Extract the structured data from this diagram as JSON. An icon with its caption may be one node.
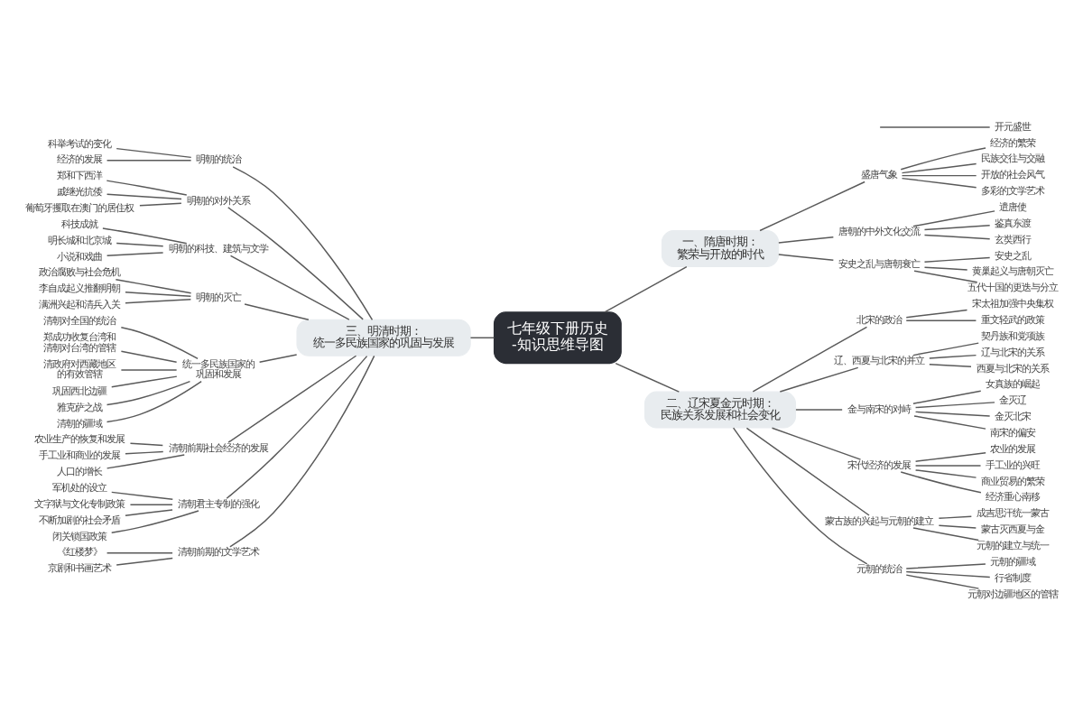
{
  "diagram": {
    "nodes": [
      {
        "text": [
          "七年级下册历史-知识思维导图"
        ]
      },
      {
        "text": [
          "一、隋唐时期：繁荣与开放的时代"
        ]
      },
      {
        "text": [
          "开元盛世"
        ]
      },
      {
        "text": [
          "盛唐气象"
        ]
      },
      {
        "text": [
          "经济的繁荣"
        ]
      },
      {
        "text": [
          "民族交往与交融"
        ]
      },
      {
        "text": [
          "开放的社会风气"
        ]
      },
      {
        "text": [
          "多彩的文学艺术"
        ]
      },
      {
        "text": [
          "唐朝的中外文化交流"
        ]
      },
      {
        "text": [
          "遣唐使"
        ]
      },
      {
        "text": [
          "鉴真东渡"
        ]
      },
      {
        "text": [
          "玄奘西行"
        ]
      },
      {
        "text": [
          "安史之乱与唐朝衰亡"
        ]
      },
      {
        "text": [
          "安史之乱"
        ]
      },
      {
        "text": [
          "黄巢起义与唐朝灭亡"
        ]
      },
      {
        "text": [
          "五代十国的更迭与分立"
        ]
      },
      {
        "text": [
          "二、辽宋夏金元时期：民族关系发展和社会变化"
        ]
      },
      {
        "text": [
          "北宋的政治"
        ]
      },
      {
        "text": [
          "宋太祖加强中央集权"
        ]
      },
      {
        "text": [
          "重文轻武的政策"
        ]
      },
      {
        "text": [
          "辽、西夏与北宋的并立"
        ]
      },
      {
        "text": [
          "契丹族和党项族"
        ]
      },
      {
        "text": [
          "辽与北宋的关系"
        ]
      },
      {
        "text": [
          "西夏与北宋的关系"
        ]
      },
      {
        "text": [
          "金与南宋的对峙"
        ]
      },
      {
        "text": [
          "女真族的崛起"
        ]
      },
      {
        "text": [
          "金灭辽"
        ]
      },
      {
        "text": [
          "金灭北宋"
        ]
      },
      {
        "text": [
          "南宋的偏安"
        ]
      },
      {
        "text": [
          "宋代经济的发展"
        ]
      },
      {
        "text": [
          "农业的发展"
        ]
      },
      {
        "text": [
          "手工业的兴旺"
        ]
      },
      {
        "text": [
          "商业贸易的繁荣"
        ]
      },
      {
        "text": [
          "经济重心南移"
        ]
      },
      {
        "text": [
          "蒙古族的兴起与元朝的建立"
        ]
      },
      {
        "text": [
          "成吉思汗统一蒙古"
        ]
      },
      {
        "text": [
          "蒙古灭西夏与金"
        ]
      },
      {
        "text": [
          "元朝的建立与统一"
        ]
      },
      {
        "text": [
          "元朝的统治"
        ]
      },
      {
        "text": [
          "元朝的疆域"
        ]
      },
      {
        "text": [
          "行省制度"
        ]
      },
      {
        "text": [
          "元朝对边疆地区的管辖"
        ]
      },
      {
        "text": [
          "三、明清时期：统一多民族国家的巩固与发展"
        ]
      },
      {
        "text": [
          "明朝的统治"
        ]
      },
      {
        "text": [
          "科举考试的变化"
        ]
      },
      {
        "text": [
          "经济的发展"
        ]
      },
      {
        "text": [
          "明朝的对外关系"
        ]
      },
      {
        "text": [
          "郑和下西洋"
        ]
      },
      {
        "text": [
          "戚继光抗倭"
        ]
      },
      {
        "text": [
          "葡萄牙攫取在澳门的居住权"
        ]
      },
      {
        "text": [
          "明朝的科技、建筑与文学"
        ]
      },
      {
        "text": [
          "科技成就"
        ]
      },
      {
        "text": [
          "明长城和北京城"
        ]
      },
      {
        "text": [
          "小说和戏曲"
        ]
      },
      {
        "text": [
          "明朝的灭亡"
        ]
      },
      {
        "text": [
          "政治腐败与社会危机"
        ]
      },
      {
        "text": [
          "李自成起义推翻明朝"
        ]
      },
      {
        "text": [
          "满洲兴起和清兵入关"
        ]
      },
      {
        "text": [
          "统一多民族国家的巩固和发展"
        ]
      },
      {
        "text": [
          "清朝对全国的统治"
        ]
      },
      {
        "text": [
          "郑成功收复台湾和清朝对台湾的管辖"
        ]
      },
      {
        "text": [
          "清政府对西藏地区的有效管辖"
        ]
      },
      {
        "text": [
          "巩固西北边疆"
        ]
      },
      {
        "text": [
          "雅克萨之战"
        ]
      },
      {
        "text": [
          "清朝的疆域"
        ]
      },
      {
        "text": [
          "清朝前期社会经济的发展"
        ]
      },
      {
        "text": [
          "农业生产的恢复和发展"
        ]
      },
      {
        "text": [
          "手工业和商业的发展"
        ]
      },
      {
        "text": [
          "人口的增长"
        ]
      },
      {
        "text": [
          "清朝君主专制的强化"
        ]
      },
      {
        "text": [
          "军机处的设立"
        ]
      },
      {
        "text": [
          "文字狱与文化专制政策"
        ]
      },
      {
        "text": [
          "不断加剧的社会矛盾"
        ]
      },
      {
        "text": [
          "闭关锁国政策"
        ]
      },
      {
        "text": [
          "清朝前期的文学艺术"
        ]
      },
      {
        "text": [
          "《红楼梦》"
        ]
      },
      {
        "text": [
          "京剧和书画艺术"
        ]
      }
    ],
    "edges": [
      {
        "from": 0,
        "to": 1,
        "arrow": "none"
      },
      {
        "from": null,
        "to": 2,
        "arrow": "none"
      },
      {
        "from": 1,
        "to": 3,
        "arrow": "none"
      },
      {
        "from": 3,
        "to": 4,
        "arrow": "none"
      },
      {
        "from": 3,
        "to": 5,
        "arrow": "none"
      },
      {
        "from": 3,
        "to": 6,
        "arrow": "none"
      },
      {
        "from": 3,
        "to": 7,
        "arrow": "none"
      },
      {
        "from": 1,
        "to": 8,
        "arrow": "none"
      },
      {
        "from": 8,
        "to": 9,
        "arrow": "none"
      },
      {
        "from": 8,
        "to": 10,
        "arrow": "none"
      },
      {
        "from": 8,
        "to": 11,
        "arrow": "none"
      },
      {
        "from": 1,
        "to": 12,
        "arrow": "none"
      },
      {
        "from": 12,
        "to": 13,
        "arrow": "none"
      },
      {
        "from": 12,
        "to": 14,
        "arrow": "none"
      },
      {
        "from": 12,
        "to": 15,
        "arrow": "none"
      },
      {
        "from": 0,
        "to": 16,
        "arrow": "none"
      },
      {
        "from": 16,
        "to": 17,
        "arrow": "none"
      },
      {
        "from": 17,
        "to": 18,
        "arrow": "none"
      },
      {
        "from": 17,
        "to": 19,
        "arrow": "none"
      },
      {
        "from": 16,
        "to": 20,
        "arrow": "none"
      },
      {
        "from": 20,
        "to": 21,
        "arrow": "none"
      },
      {
        "from": 20,
        "to": 22,
        "arrow": "none"
      },
      {
        "from": 20,
        "to": 23,
        "arrow": "none"
      },
      {
        "from": 16,
        "to": 24,
        "arrow": "none"
      },
      {
        "from": 24,
        "to": 25,
        "arrow": "none"
      },
      {
        "from": 24,
        "to": 26,
        "arrow": "none"
      },
      {
        "from": 24,
        "to": 27,
        "arrow": "none"
      },
      {
        "from": 24,
        "to": 28,
        "arrow": "none"
      },
      {
        "from": 16,
        "to": 29,
        "arrow": "none"
      },
      {
        "from": 29,
        "to": 30,
        "arrow": "none"
      },
      {
        "from": 29,
        "to": 31,
        "arrow": "none"
      },
      {
        "from": 29,
        "to": 32,
        "arrow": "none"
      },
      {
        "from": 29,
        "to": 33,
        "arrow": "none"
      },
      {
        "from": 16,
        "to": 34,
        "arrow": "none"
      },
      {
        "from": 34,
        "to": 35,
        "arrow": "none"
      },
      {
        "from": 34,
        "to": 36,
        "arrow": "none"
      },
      {
        "from": 34,
        "to": 37,
        "arrow": "none"
      },
      {
        "from": 16,
        "to": 38,
        "arrow": "none"
      },
      {
        "from": 38,
        "to": 39,
        "arrow": "none"
      },
      {
        "from": 38,
        "to": 40,
        "arrow": "none"
      },
      {
        "from": 38,
        "to": 41,
        "arrow": "none"
      },
      {
        "from": 42,
        "to": 0,
        "arrow": "none"
      },
      {
        "from": 43,
        "to": 42,
        "arrow": "none"
      },
      {
        "from": 44,
        "to": 43,
        "arrow": "none"
      },
      {
        "from": 45,
        "to": 43,
        "arrow": "none"
      },
      {
        "from": 46,
        "to": 42,
        "arrow": "none"
      },
      {
        "from": 47,
        "to": 46,
        "arrow": "none"
      },
      {
        "from": 48,
        "to": 46,
        "arrow": "none"
      },
      {
        "from": 49,
        "to": 46,
        "arrow": "none"
      },
      {
        "from": 50,
        "to": 42,
        "arrow": "none"
      },
      {
        "from": 51,
        "to": 50,
        "arrow": "none"
      },
      {
        "from": 52,
        "to": 50,
        "arrow": "none"
      },
      {
        "from": 53,
        "to": 50,
        "arrow": "none"
      },
      {
        "from": 54,
        "to": 42,
        "arrow": "none"
      },
      {
        "from": 55,
        "to": 54,
        "arrow": "none"
      },
      {
        "from": 56,
        "to": 54,
        "arrow": "none"
      },
      {
        "from": 57,
        "to": 54,
        "arrow": "none"
      },
      {
        "from": 58,
        "to": 42,
        "arrow": "none"
      },
      {
        "from": 59,
        "to": 58,
        "arrow": "none"
      },
      {
        "from": 60,
        "to": 58,
        "arrow": "none"
      },
      {
        "from": 61,
        "to": 58,
        "arrow": "none"
      },
      {
        "from": 62,
        "to": 58,
        "arrow": "none"
      },
      {
        "from": 63,
        "to": 58,
        "arrow": "none"
      },
      {
        "from": 64,
        "to": 58,
        "arrow": "none"
      },
      {
        "from": 65,
        "to": 42,
        "arrow": "none"
      },
      {
        "from": 66,
        "to": 65,
        "arrow": "none"
      },
      {
        "from": 67,
        "to": 65,
        "arrow": "none"
      },
      {
        "from": 68,
        "to": 65,
        "arrow": "none"
      },
      {
        "from": 69,
        "to": 42,
        "arrow": "none"
      },
      {
        "from": 70,
        "to": 69,
        "arrow": "none"
      },
      {
        "from": 71,
        "to": 69,
        "arrow": "none"
      },
      {
        "from": 72,
        "to": 69,
        "arrow": "none"
      },
      {
        "from": 73,
        "to": 69,
        "arrow": "none"
      },
      {
        "from": 74,
        "to": 42,
        "arrow": "none"
      },
      {
        "from": 75,
        "to": 74,
        "arrow": "none"
      },
      {
        "from": 76,
        "to": 74,
        "arrow": "none"
      }
    ]
  }
}
